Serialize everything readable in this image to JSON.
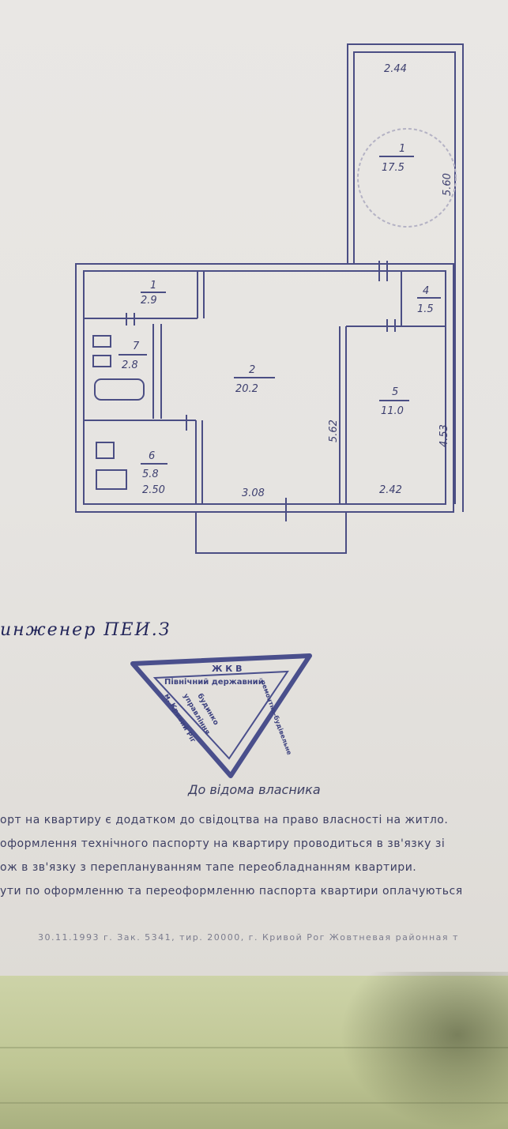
{
  "floor_plan": {
    "rooms": [
      {
        "number": "1",
        "area": "17.5"
      },
      {
        "number": "1",
        "area": "2.9"
      },
      {
        "number": "7",
        "area": "2.8"
      },
      {
        "number": "2",
        "area": "20.2"
      },
      {
        "number": "4",
        "area": "1.5"
      },
      {
        "number": "5",
        "area": "11.0"
      },
      {
        "number": "6",
        "area": "5.8"
      }
    ],
    "dimensions": [
      "2.44",
      "5.60",
      "5.62",
      "4.53",
      "3.08",
      "2.50",
      "2.42"
    ]
  },
  "signature": "инженер ПЕИ.З",
  "stamp": {
    "line1": "Ж К В",
    "line2": "Північний державний",
    "line3": "будинко",
    "line4": "управління",
    "line5": "м. Кривий Ріг",
    "line6": "ремонтно-будівельне"
  },
  "caption": "До відома власника",
  "notes": [
    "орт на квартиру є додатком до свідоцтва на право власності на житло.",
    "оформлення технічного паспорту на квартиру проводиться в зв'язку зі",
    "ож в зв'язку з переплануванням тапе переобладнанням квартири.",
    "ути по оформленню та переоформленню паспорта квартири оплачуються"
  ],
  "footer": "30.11.1993 г. Зак. 5341, тир. 20000, г. Кривой Рог Жовтневая районная т"
}
